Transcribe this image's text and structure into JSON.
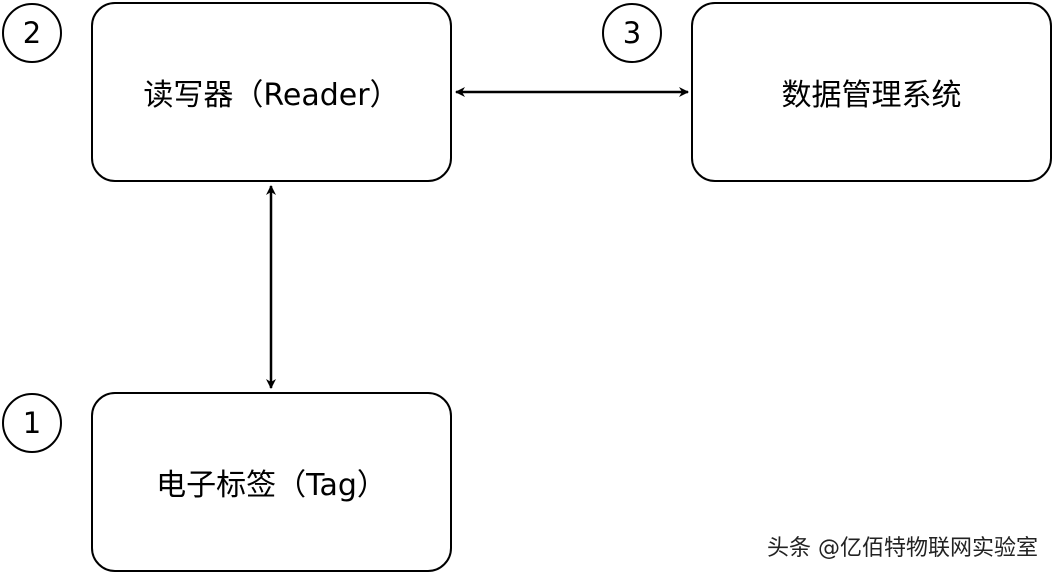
{
  "diagram": {
    "nodes": [
      {
        "id": "reader",
        "label": "读写器（Reader）",
        "number": "2"
      },
      {
        "id": "dms",
        "label": "数据管理系统",
        "number": "3"
      },
      {
        "id": "tag",
        "label": "电子标签（Tag）",
        "number": "1"
      }
    ],
    "edges": [
      {
        "from": "reader",
        "to": "dms",
        "type": "bidirectional"
      },
      {
        "from": "reader",
        "to": "tag",
        "type": "bidirectional"
      }
    ],
    "colors": {
      "stroke": "#000000",
      "background": "#ffffff"
    }
  },
  "watermark": "头条 @亿佰特物联网实验室"
}
